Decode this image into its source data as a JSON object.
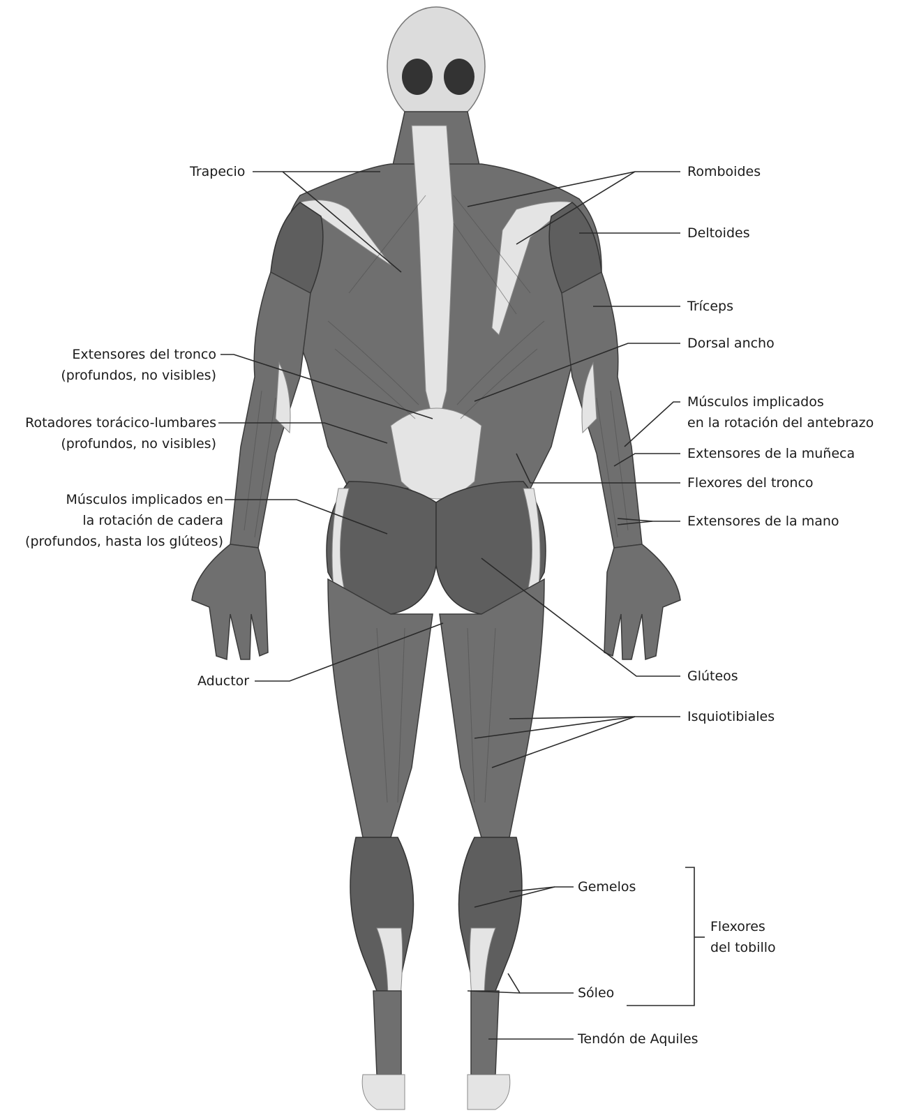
{
  "labels": {
    "trapecio": "Trapecio",
    "romboides": "Romboides",
    "deltoides": "Deltoides",
    "triceps": "Tríceps",
    "dorsal_ancho": "Dorsal ancho",
    "extensores_tronco": [
      "Extensores del tronco",
      "(profundos, no visibles)"
    ],
    "rotadores": [
      "Rotadores torácico-lumbares",
      "(profundos, no visibles)"
    ],
    "musculos_antebrazo": [
      "Músculos implicados",
      "en la rotación del antebrazo"
    ],
    "extensores_muneca": "Extensores de la muñeca",
    "flexores_tronco": "Flexores del tronco",
    "musculos_cadera": [
      "Músculos implicados en",
      "la rotación de cadera",
      "(profundos, hasta los glúteos)"
    ],
    "extensores_mano": "Extensores de la mano",
    "gluteos": "Glúteos",
    "aductor": "Aductor",
    "isquiotibiales": "Isquiotibiales",
    "gemelos": "Gemelos",
    "flexores_tobillo": [
      "Flexores",
      "del tobillo"
    ],
    "soleo": "Sóleo",
    "tendon_aquiles": "Tendón de Aquiles"
  }
}
